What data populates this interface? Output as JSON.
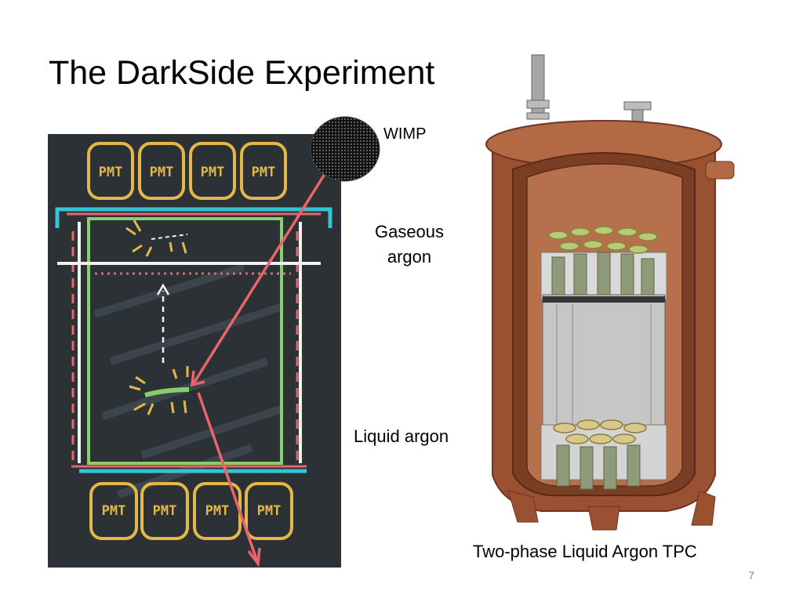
{
  "slide": {
    "title": "The DarkSide Experiment",
    "slide_number": "7"
  },
  "labels": {
    "wimp": "WIMP",
    "gaseous_line1": "Gaseous",
    "gaseous_line2": "argon",
    "liquid": "Liquid argon",
    "tpc": "Two-phase Liquid Argon TPC"
  },
  "chalkboard": {
    "pmt_label": "PMT",
    "colors": {
      "board": "#2c3136",
      "pmt": "#e3b84a",
      "cyan": "#35c3d6",
      "green": "#8ad06a",
      "red": "#e8656b",
      "white": "#f2f2f2"
    }
  },
  "cryostat": {
    "colors": {
      "copper": "#9a5131",
      "copper_light": "#c07a55",
      "steel": "#c9c9c9",
      "pmt_green": "#b9c978"
    }
  }
}
